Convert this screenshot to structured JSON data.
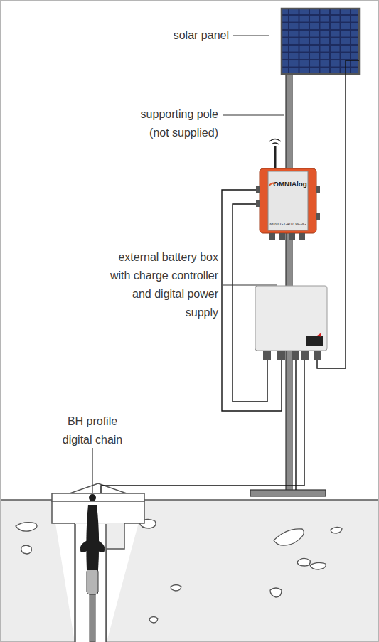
{
  "diagram": {
    "nodes": [
      {
        "text": [
          "OMNIAlog",
          "MINI GT-401 W-3G"
        ]
      }
    ],
    "labels": [
      "solar panel",
      "supporting pole (not supplied)",
      "external battery box with charge controller and digital power supply",
      "BH profile digital chain"
    ]
  }
}
